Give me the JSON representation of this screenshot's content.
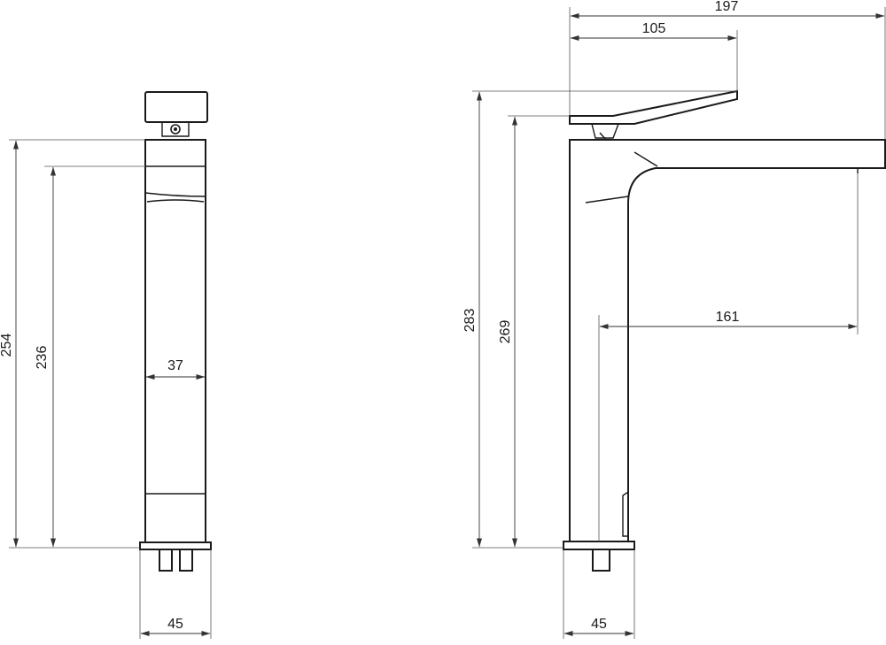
{
  "front_view": {
    "dim_total_height": "254",
    "dim_spout_height": "236",
    "dim_body_width": "37",
    "dim_base_width": "45"
  },
  "side_view": {
    "dim_total_reach": "197",
    "dim_handle_reach": "105",
    "dim_total_height": "283",
    "dim_handle_height": "269",
    "dim_spout_reach": "161",
    "dim_base_width": "45"
  }
}
